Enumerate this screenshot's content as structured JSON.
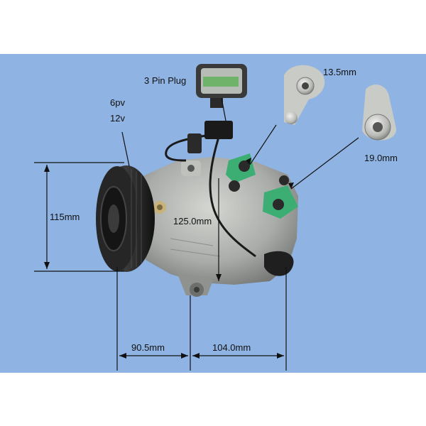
{
  "colors": {
    "background": "#8fb3e3",
    "compressor_body": "#a7aaa6",
    "valve_green": "#3cae74",
    "dimension_line": "#111111",
    "leader_line": "#6b80a8"
  },
  "labels": {
    "plug": "3 Pin Plug",
    "pulley_groove": "6pv",
    "voltage": "12v",
    "port_small": "13.5mm",
    "port_large": "19.0mm",
    "height": "115mm",
    "depth": "125.0mm",
    "pulley_offset": "90.5mm",
    "body_length": "104.0mm"
  },
  "icons": [
    "pulley-icon",
    "compressor-body-icon",
    "connector-plug-icon",
    "port-fitting-icon"
  ]
}
